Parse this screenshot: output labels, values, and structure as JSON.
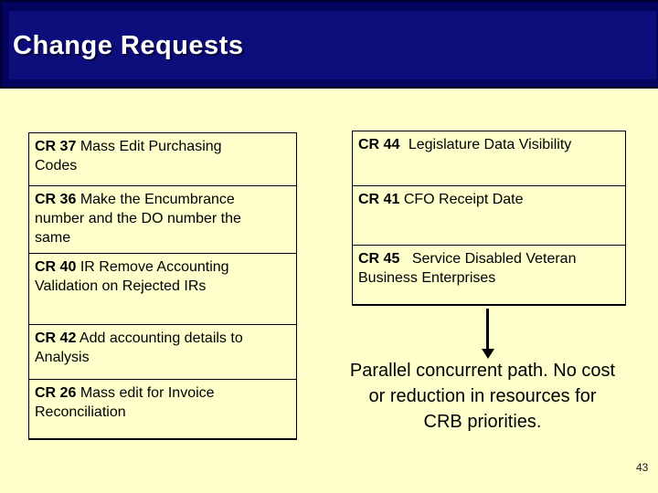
{
  "slide": {
    "background_color": "#FFFFCC",
    "page_number": "43"
  },
  "header": {
    "title": "Change Requests",
    "outer_color": "#04045E",
    "inner_color": "#0D0D7C",
    "title_color": "#FFFFFF"
  },
  "left_box": {
    "items": [
      {
        "code": "CR 37",
        "text": "Mass Edit Purchasing Codes"
      },
      {
        "code": "CR 36",
        "text": "Make the Encumbrance number and the DO number the same"
      },
      {
        "code": "CR 40",
        "text": "IR Remove Accounting Validation on Rejected IRs"
      },
      {
        "code": "CR 42",
        "text": "Add accounting details to Analysis"
      },
      {
        "code": "CR 26",
        "text": "Mass edit for Invoice Reconciliation"
      }
    ]
  },
  "right_box": {
    "items": [
      {
        "code": "CR 44",
        "text": "Legislature Data Visibility"
      },
      {
        "code": "CR 41",
        "text": "CFO Receipt Date"
      },
      {
        "code": "CR 45",
        "text": "Service Disabled Veteran Business Enterprises"
      }
    ]
  },
  "caption": {
    "lines": [
      "Parallel concurrent path. No cost",
      "or reduction in resources for",
      "CRB priorities."
    ]
  }
}
